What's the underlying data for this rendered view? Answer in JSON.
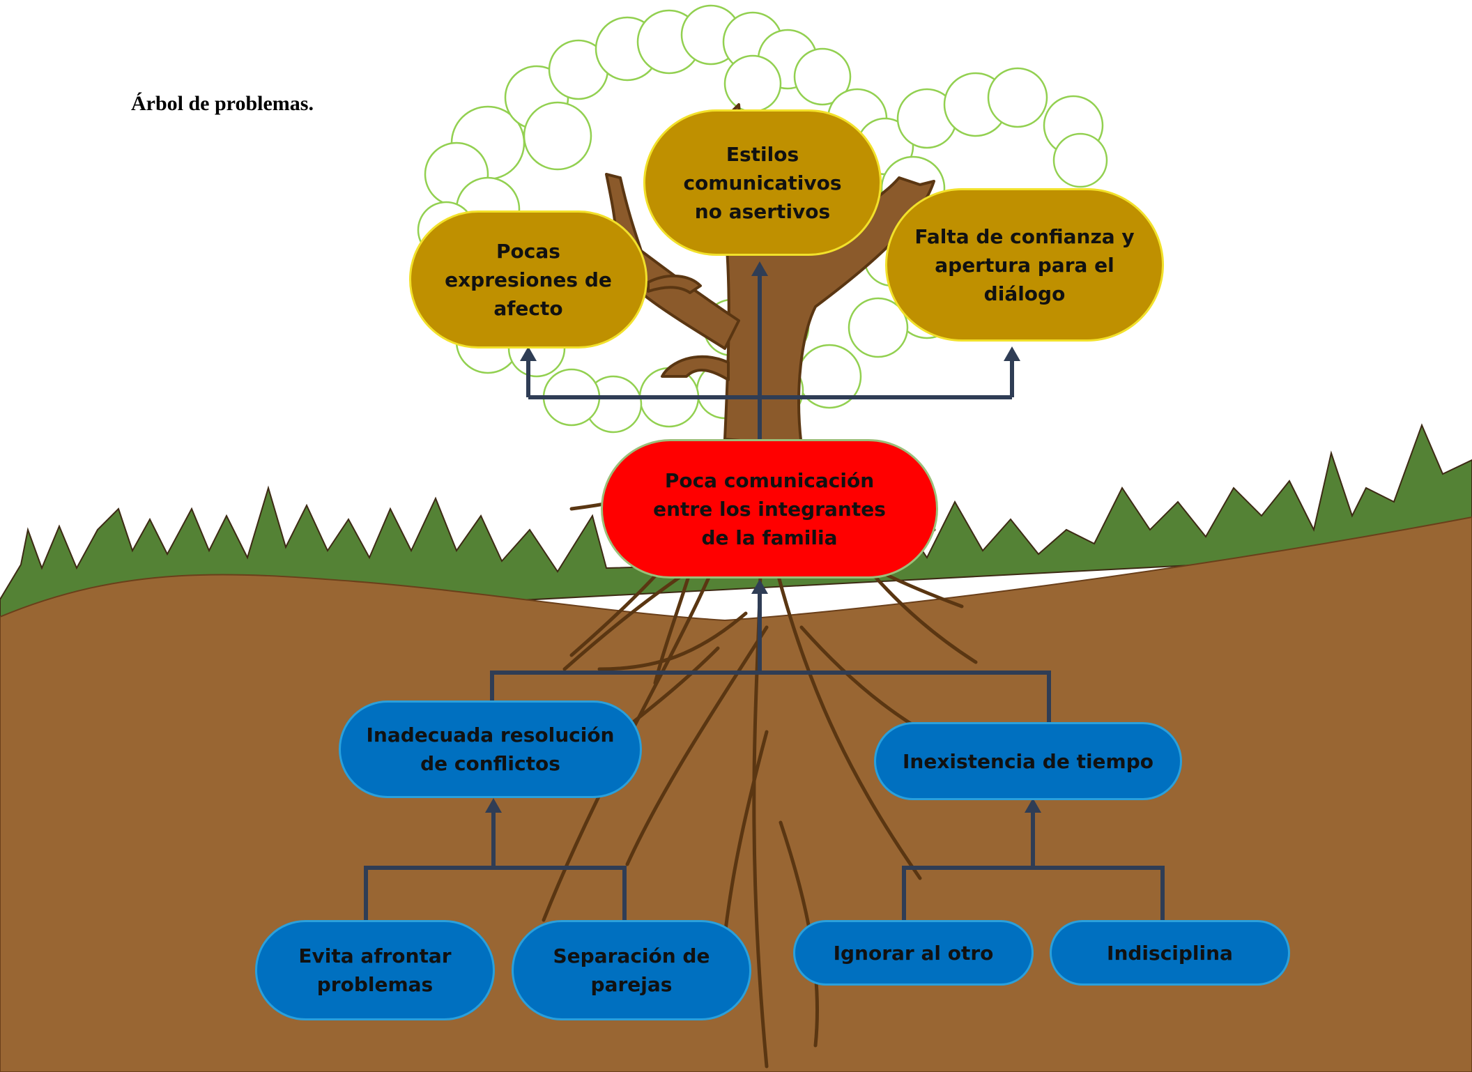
{
  "title": "Árbol de problemas.",
  "colors": {
    "effect_fill": "#BF9000",
    "core_fill": "#FF0000",
    "cause_fill": "#0070C0",
    "connector": "#2F3D55",
    "soil": "#996633",
    "grass": "#548235",
    "trunk": "#8B5A2B",
    "foliage_outline": "#92D050"
  },
  "effects": [
    {
      "text": "Pocas expresiones de afecto"
    },
    {
      "text": "Estilos comunicativos no asertivos"
    },
    {
      "text": "Falta de confianza y apertura para el diálogo"
    }
  ],
  "core_problem": {
    "text": "Poca comunicación entre los integrantes de la familia"
  },
  "causes": [
    {
      "text": "Inadecuada resolución de conflictos"
    },
    {
      "text": "Inexistencia de tiempo"
    }
  ],
  "sub_causes": [
    {
      "text": "Evita afrontar problemas"
    },
    {
      "text": "Separación de parejas"
    },
    {
      "text": "Ignorar al otro"
    },
    {
      "text": "Indisciplina"
    }
  ]
}
